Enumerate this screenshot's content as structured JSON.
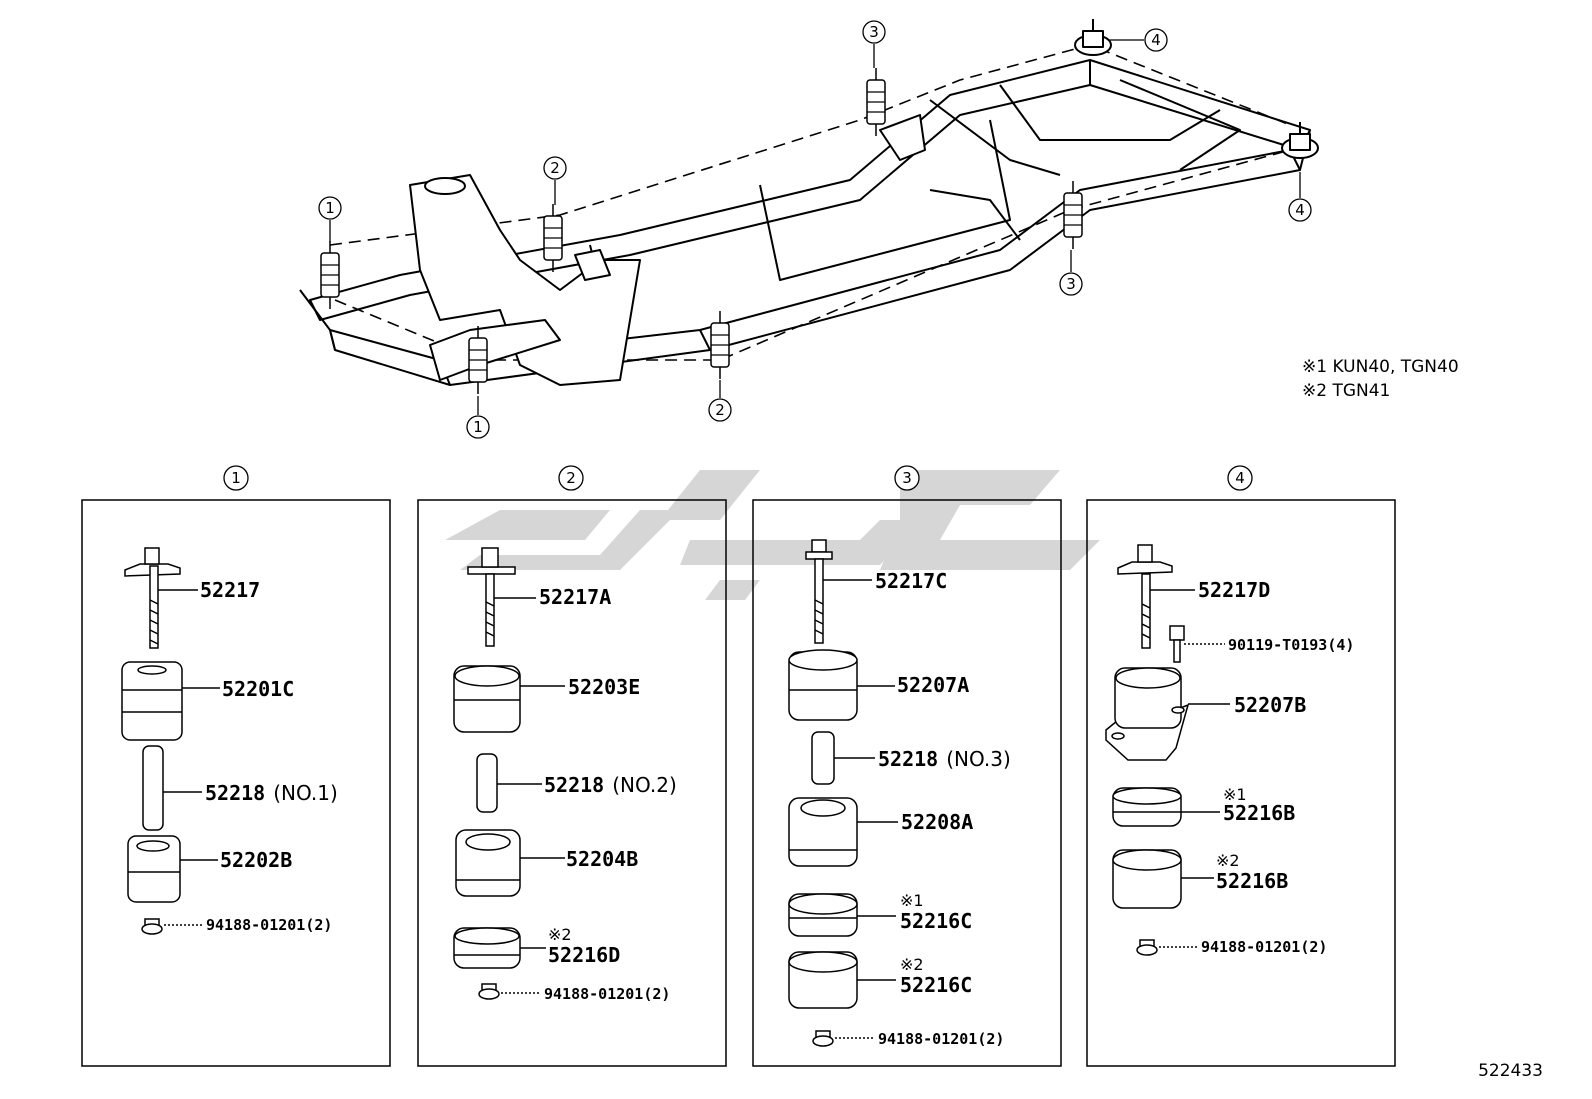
{
  "footnotes": [
    "※1 KUN40, TGN40",
    "※2 TGN41"
  ],
  "diagram_number": "522433",
  "callouts": {
    "c1": "1",
    "c2": "2",
    "c3": "3",
    "c4": "4"
  },
  "panels": [
    {
      "number": "1",
      "parts": [
        {
          "code": "52217",
          "suffix": ""
        },
        {
          "code": "52201C",
          "suffix": ""
        },
        {
          "code": "52218",
          "suffix": "(NO.1)"
        },
        {
          "code": "52202B",
          "suffix": ""
        },
        {
          "code": "94188-01201(2)",
          "suffix": ""
        }
      ]
    },
    {
      "number": "2",
      "parts": [
        {
          "code": "52217A",
          "suffix": ""
        },
        {
          "code": "52203E",
          "suffix": ""
        },
        {
          "code": "52218",
          "suffix": "(NO.2)"
        },
        {
          "code": "52204B",
          "suffix": ""
        },
        {
          "code": "52216D",
          "suffix": "",
          "mark": "※2"
        },
        {
          "code": "94188-01201(2)",
          "suffix": ""
        }
      ]
    },
    {
      "number": "3",
      "parts": [
        {
          "code": "52217C",
          "suffix": ""
        },
        {
          "code": "52207A",
          "suffix": ""
        },
        {
          "code": "52218",
          "suffix": "(NO.3)"
        },
        {
          "code": "52208A",
          "suffix": ""
        },
        {
          "code": "52216C",
          "suffix": "",
          "mark": "※1"
        },
        {
          "code": "52216C",
          "suffix": "",
          "mark": "※2"
        },
        {
          "code": "94188-01201(2)",
          "suffix": ""
        }
      ]
    },
    {
      "number": "4",
      "parts": [
        {
          "code": "52217D",
          "suffix": ""
        },
        {
          "code": "90119-T0193(4)",
          "suffix": ""
        },
        {
          "code": "52207B",
          "suffix": ""
        },
        {
          "code": "52216B",
          "suffix": "",
          "mark": "※1"
        },
        {
          "code": "52216B",
          "suffix": "",
          "mark": "※2"
        },
        {
          "code": "94188-01201(2)",
          "suffix": ""
        }
      ]
    }
  ],
  "colors": {
    "line": "#000000",
    "watermark": "#cfcfcf",
    "background": "#ffffff"
  }
}
